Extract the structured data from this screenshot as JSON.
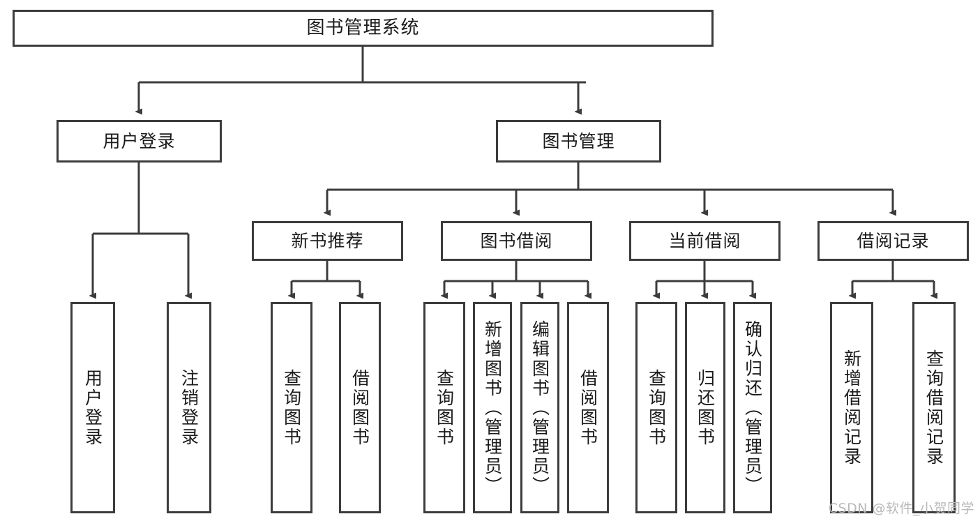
{
  "diagram": {
    "title": "图书管理系统",
    "type": "hierarchy-tree",
    "watermark": "CSDN @软件_小贺同学",
    "colors": {
      "box_border": "#3c3c3c",
      "box_fill": "#ffffff",
      "connector": "#3c3c3c",
      "text": "#1a1a1a",
      "watermark": "#b9b9b9"
    },
    "nodes": {
      "root": {
        "label": "图书管理系统"
      },
      "level2": [
        {
          "label": "用户登录"
        },
        {
          "label": "图书管理"
        }
      ],
      "level3": [
        {
          "label": "新书推荐"
        },
        {
          "label": "图书借阅"
        },
        {
          "label": "当前借阅"
        },
        {
          "label": "借阅记录"
        }
      ],
      "leaves_user_login": [
        {
          "label": "用户登录"
        },
        {
          "label": "注销登录"
        }
      ],
      "leaves_new_book": [
        {
          "label": "查询图书"
        },
        {
          "label": "借阅图书"
        }
      ],
      "leaves_borrow": [
        {
          "label": "查询图书"
        },
        {
          "label": "新增图书（管理员）"
        },
        {
          "label": "编辑图书（管理员）"
        },
        {
          "label": "借阅图书"
        }
      ],
      "leaves_current": [
        {
          "label": "查询图书"
        },
        {
          "label": "归还图书"
        },
        {
          "label": "确认归还（管理员）"
        }
      ],
      "leaves_records": [
        {
          "label": "新增借阅记录"
        },
        {
          "label": "查询借阅记录"
        }
      ]
    }
  }
}
